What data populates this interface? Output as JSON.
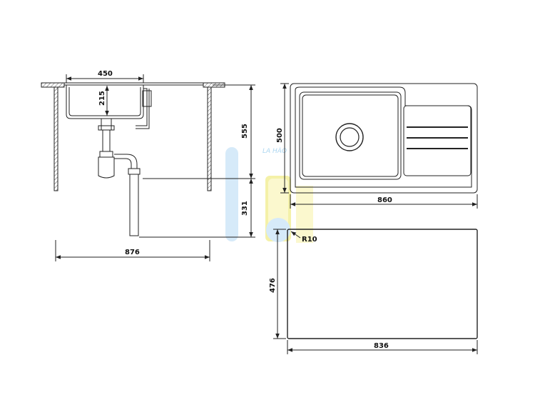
{
  "dimensions": {
    "bowl_width": "450",
    "bowl_depth": "215",
    "under_height": "555",
    "drain_height": "331",
    "cabinet_width": "876",
    "sink_depth": "500",
    "sink_width": "860",
    "corner_radius": "R10",
    "cutout_depth": "476",
    "cutout_width": "836"
  },
  "watermark": {
    "text": "LA HÀO",
    "color": "#9fd0ee"
  },
  "colors": {
    "line": "#222222",
    "hatch": "#555555"
  }
}
